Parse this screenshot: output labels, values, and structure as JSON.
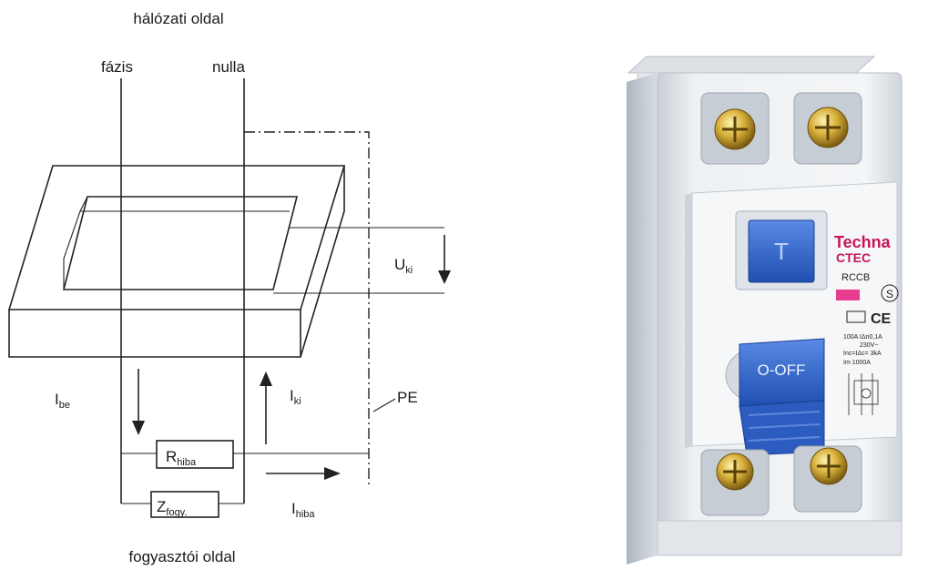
{
  "diagram": {
    "top_title": "hálózati oldal",
    "phase_label": "fázis",
    "neutral_label": "nulla",
    "u_out": {
      "main": "U",
      "sub": "ki"
    },
    "i_in": {
      "main": "I",
      "sub": "be"
    },
    "i_out": {
      "main": "I",
      "sub": "ki"
    },
    "pe_label": "PE",
    "r_fault": {
      "main": "R",
      "sub": "hiba"
    },
    "z_load": {
      "main": "Z",
      "sub": "fogy."
    },
    "i_fault": {
      "main": "I",
      "sub": "hiba"
    },
    "bottom_title": "fogyasztói oldal"
  },
  "device": {
    "brand_line1": "Techna",
    "brand_line2": "CTEC",
    "model": "RCCB",
    "test_button": "T",
    "lever_label": "O-OFF",
    "spec_lines": [
      "100A IΔn0,1A",
      "230V~",
      "Inc=IΔc= 3kA",
      "Im 1000A"
    ],
    "ce_mark": "CE",
    "s_mark": "S",
    "colors": {
      "brand": "#c8155a",
      "button_blue": "#2f63c9",
      "body": "#e9edf1"
    }
  }
}
